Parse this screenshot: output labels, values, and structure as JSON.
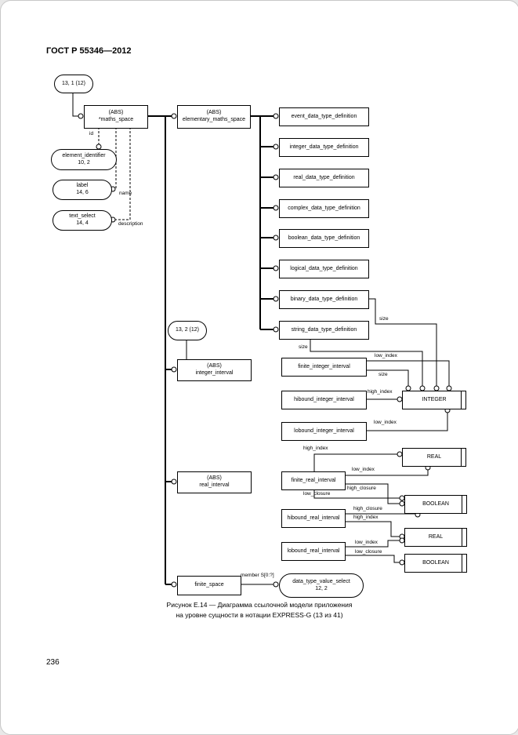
{
  "page": {
    "header": "ГОСТ Р 55346—2012",
    "number": "236",
    "caption": {
      "line1": "Рисунок Е.14 — Диаграмма ссылочной модели приложения",
      "line2": "на уровне сущности в нотации EXPRESS-G (13 из 41)"
    }
  },
  "diagram": {
    "refs": {
      "r131": "13, 1 (12)",
      "r132": "13, 2 (12)"
    },
    "entities": {
      "maths_space": {
        "tag": "(ABS)",
        "name": "*maths_space"
      },
      "elementary_maths_space": {
        "tag": "(ABS)",
        "name": "elementary_maths_space"
      },
      "event_def": "event_data_type_definition",
      "integer_def": "integer_data_type_definition",
      "real_def": "real_data_type_definition",
      "complex_def": "complex_data_type_definition",
      "boolean_def": "boolean_data_type_definition",
      "logical_def": "logical_data_type_definition",
      "binary_def": "binary_data_type_definition",
      "string_def": "string_data_type_definition",
      "integer_interval": {
        "tag": "(ABS)",
        "name": "integer_interval"
      },
      "finite_integer_interval": "finite_integer_interval",
      "hibound_integer_interval": "hibound_integer_interval",
      "lobound_integer_interval": "lobound_integer_interval",
      "real_interval": {
        "tag": "(ABS)",
        "name": "real_interval"
      },
      "finite_real_interval": "finite_real_interval",
      "hibound_real_interval": "hibound_real_interval",
      "lobound_real_interval": "lobound_real_interval",
      "finite_space": "finite_space"
    },
    "simple_types": {
      "integer": "INTEGER",
      "real": "REAL",
      "boolean": "BOOLEAN"
    },
    "type_refs": {
      "element_identifier": {
        "name": "element_identifier",
        "ref": "10, 2"
      },
      "label": {
        "name": "label",
        "ref": "14, 6"
      },
      "text_select": {
        "name": "text_select",
        "ref": "14, 4"
      },
      "data_type_value_select": {
        "name": "data_type_value_select",
        "ref": "12, 2"
      }
    },
    "attr_labels": {
      "id": "id",
      "name": "name",
      "description": "description",
      "size": "size",
      "low_index": "low_index",
      "high_index": "high_index",
      "high_closure": "high_closure",
      "low_closure": "low_closure",
      "member": "member S[0:?]"
    }
  }
}
